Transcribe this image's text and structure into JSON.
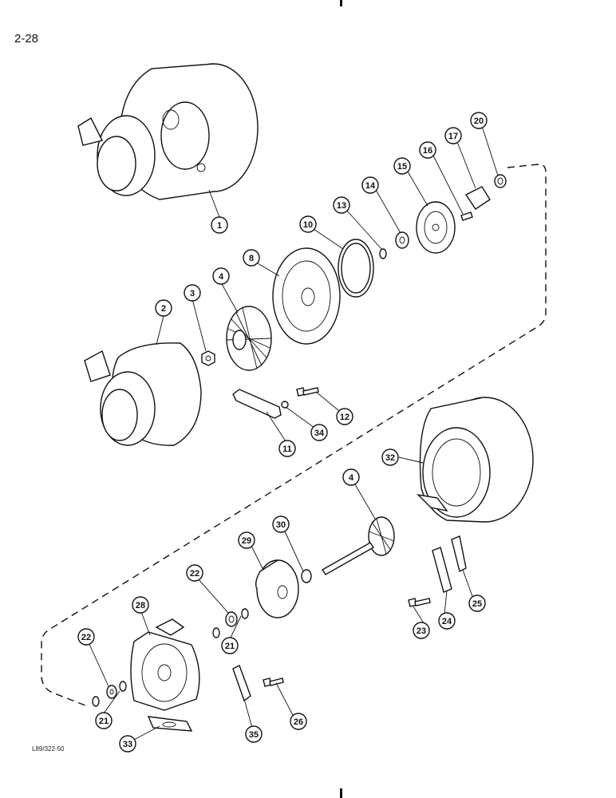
{
  "page": {
    "page_number": "2-28",
    "figure_code": "L89/322-50"
  },
  "callouts": [
    {
      "label": "1",
      "target": "turbocharger-assembly"
    },
    {
      "label": "2",
      "target": "compressor-housing"
    },
    {
      "label": "3",
      "target": "nut"
    },
    {
      "label": "4",
      "target": "compressor-wheel"
    },
    {
      "label": "8",
      "target": "backplate"
    },
    {
      "label": "10",
      "target": "seal-ring"
    },
    {
      "label": "13",
      "target": "ring"
    },
    {
      "label": "14",
      "target": "sleeve"
    },
    {
      "label": "15",
      "target": "screw"
    },
    {
      "label": "16",
      "target": "insert"
    },
    {
      "label": "17",
      "target": "plate"
    },
    {
      "label": "20",
      "target": "seal"
    },
    {
      "label": "12",
      "target": "bolt"
    },
    {
      "label": "34",
      "target": "washer"
    },
    {
      "label": "11",
      "target": "clamp-plate"
    },
    {
      "label": "32",
      "target": "turbine-housing"
    },
    {
      "label": "4",
      "target": "turbine-wheel-shaft"
    },
    {
      "label": "30",
      "target": "seal-ring"
    },
    {
      "label": "29",
      "target": "heat-shield"
    },
    {
      "label": "22",
      "target": "bearing"
    },
    {
      "label": "28",
      "target": "center-housing"
    },
    {
      "label": "21",
      "target": "retaining-ring"
    },
    {
      "label": "22",
      "target": "bearing"
    },
    {
      "label": "21",
      "target": "retaining-ring"
    },
    {
      "label": "24",
      "target": "clamp-plate"
    },
    {
      "label": "25",
      "target": "lock-plate"
    },
    {
      "label": "23",
      "target": "bolt"
    },
    {
      "label": "26",
      "target": "bolt"
    },
    {
      "label": "35",
      "target": "clamp-plate"
    },
    {
      "label": "33",
      "target": "gasket"
    }
  ]
}
